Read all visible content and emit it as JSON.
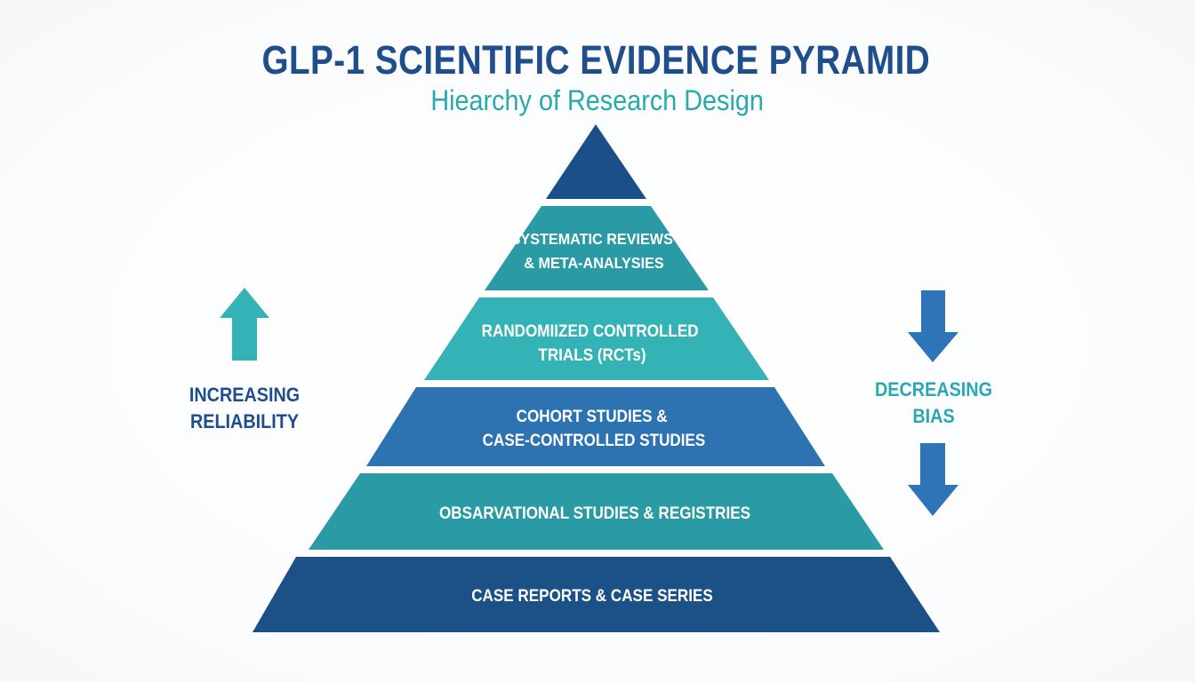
{
  "header": {
    "title": "GLP-1 SCIENTIFIC EVIDENCE PYRAMID",
    "subtitle": "Hiearchy of Research Design"
  },
  "pyramid": {
    "tiers": [
      {
        "label_lines": [],
        "color": "#1b4f8a"
      },
      {
        "label_lines": [
          "SYSTEMATIC REVIEWS",
          "& META-ANALYSIES"
        ],
        "color": "#2a9ba4"
      },
      {
        "label_lines": [
          "RANDOMIIZED CONTROLLED",
          "TRIALS (RCTs)"
        ],
        "color": "#33b3b6"
      },
      {
        "label_lines": [
          "COHORT STUDIES &",
          "CASE-CONTROLLED STUDIES"
        ],
        "color": "#2d73b2"
      },
      {
        "label_lines": [
          "OBSARVATIONAL STUDIES & REGISTRIES"
        ],
        "color": "#2a9ba4"
      },
      {
        "label_lines": [
          "CASE REPORTS & CASE SERIES"
        ],
        "color": "#1c5188"
      }
    ]
  },
  "left_indicator": {
    "label": "INCREASING\nRELIABILITY",
    "arrow_direction": "up",
    "arrow_color": "#33b3b6",
    "text_color": "#1f4e8c"
  },
  "right_indicator": {
    "label": "DECREASING\nBIAS",
    "arrow_direction": "down",
    "arrow_color": "#2e74b8",
    "text_color": "#2aa8b0",
    "arrow_count": 2
  }
}
